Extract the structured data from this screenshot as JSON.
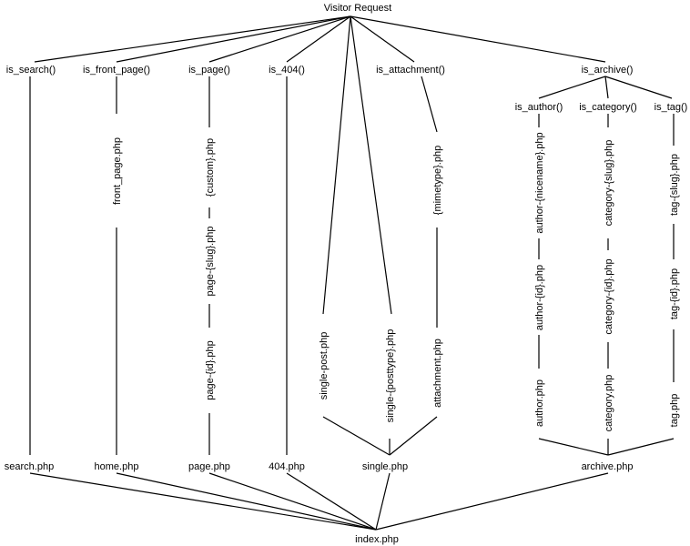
{
  "nodes": {
    "root": "Visitor Request",
    "is_search": "is_search()",
    "is_front_page": "is_front_page()",
    "is_page": "is_page()",
    "is_404": "is_404()",
    "is_attachment": "is_attachment()",
    "is_archive": "is_archive()",
    "is_author": "is_author()",
    "is_category": "is_category()",
    "is_tag": "is_tag()",
    "front_page_php": "front_page.php",
    "page_custom": "{custom}.php",
    "page_slug": "page-{slug}.php",
    "page_id": "page-{id}.php",
    "single_post": "single-post.php",
    "single_posttype": "single-{posttype}.php",
    "mimetype": "{mimetype}.php",
    "attachment_php": "attachment.php",
    "author_nicename": "author-{nicename}.php",
    "author_id": "author-{id}.php",
    "author_php": "author.php",
    "category_slug": "category-{slug}.php",
    "category_id": "category-{id}.php",
    "category_php": "category.php",
    "tag_slug": "tag-{slug}.php",
    "tag_id": "tag-{id}.php",
    "tag_php": "tag.php",
    "search_php": "search.php",
    "home_php": "home.php",
    "page_php": "page.php",
    "php404": "404.php",
    "single_php": "single.php",
    "archive_php": "archive.php",
    "index_php": "index.php"
  }
}
